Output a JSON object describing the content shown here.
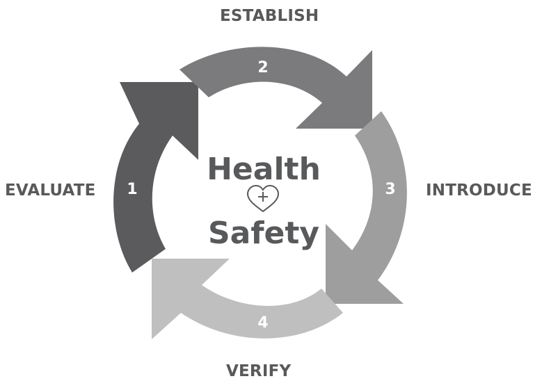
{
  "steps": [
    {
      "number": "1",
      "label": "EVALUATE",
      "color": "#5b5b5e"
    },
    {
      "number": "2",
      "label": "ESTABLISH",
      "color": "#7b7b7d"
    },
    {
      "number": "3",
      "label": "INTRODUCE",
      "color": "#9e9e9f"
    },
    {
      "number": "4",
      "label": "VERIFY",
      "color": "#bfbfbf"
    }
  ],
  "center": {
    "word_top": "Health",
    "word_bottom": "Safety",
    "icon": "heart-plus-icon",
    "color": "#58595b"
  },
  "label_color": "#58595b"
}
